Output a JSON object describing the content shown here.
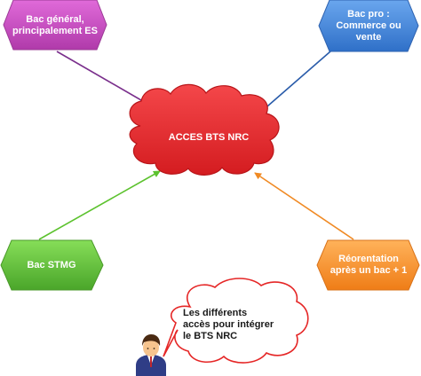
{
  "nodes": {
    "top_left": {
      "text": "Bac général,\nprincipalement ES",
      "color": "#c84cc4"
    },
    "top_right": {
      "text": "Bac pro :\nCommerce ou\nvente",
      "color": "#4a8ad8"
    },
    "center": {
      "text": "ACCES BTS NRC",
      "color": "#e8262a"
    },
    "bottom_left": {
      "text": "Bac STMG",
      "color": "#66c23a"
    },
    "bottom_right": {
      "text": "Réorentation\naprès un bac + 1",
      "color": "#f5922b"
    }
  },
  "speech_bubble": {
    "text": "Les différents\naccès pour intégrer\nle BTS NRC"
  },
  "arrow_colors": {
    "top_left": "#7a2f8c",
    "top_right": "#2a5caa",
    "bottom_left": "#5cc22e",
    "bottom_right": "#f08a24"
  },
  "icons": {
    "person": "person-icon"
  }
}
